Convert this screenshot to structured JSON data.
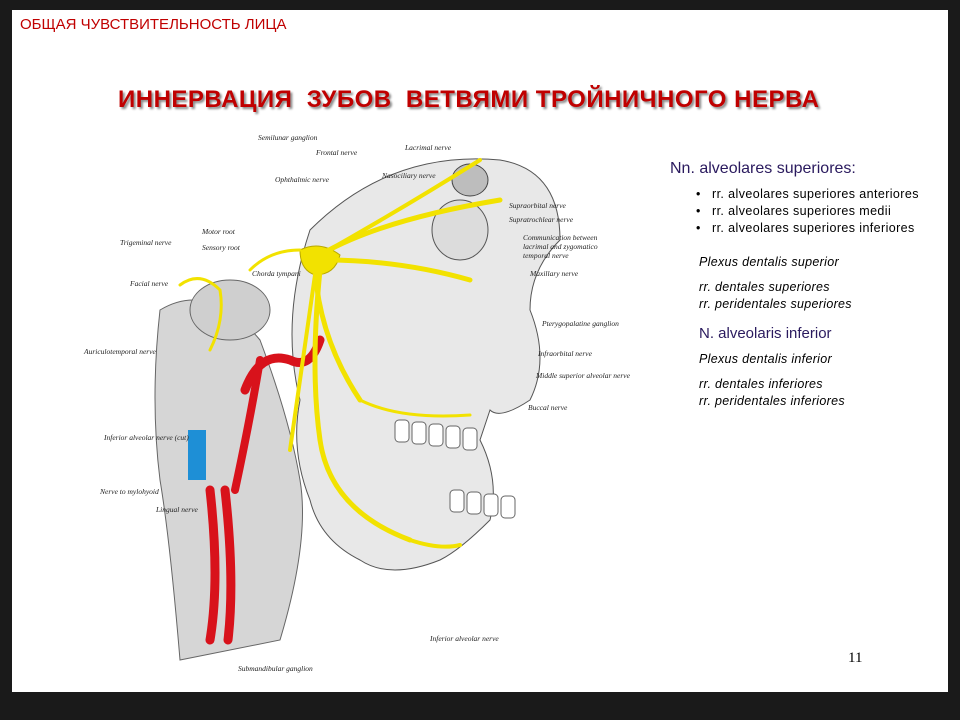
{
  "slide": {
    "section_title": "ОБЩАЯ ЧУВСТВИТЕЛЬНОСТЬ ЛИЦА",
    "main_title": "ИННЕРВАЦИЯ  ЗУБОВ  ВЕТВЯМИ ТРОЙНИЧНОГО НЕРВА",
    "page_number": "11"
  },
  "illustration": {
    "labels": {
      "semilunar_ganglion": "Semilunar ganglion",
      "frontal_nerve": "Frontal nerve",
      "lacrimal_nerve": "Lacrimal nerve",
      "ophthalmic_nerve": "Ophthalmic nerve",
      "nasociliary_nerve": "Nasociliary nerve",
      "supraorbital_nerve": "Supraorbital nerve",
      "supratrochlear_nerve": "Supratrochlear nerve",
      "communication": "Communication between",
      "communication_2": "lacrimal and zygomatico",
      "communication_3": "temporal nerve",
      "maxillary_nerve": "Maxillary nerve",
      "motor_root": "Motor root",
      "trigeminal_nerve": "Trigeminal nerve",
      "sensory_root": "Sensory root",
      "chorda_tympani": "Chorda tympani",
      "facial_nerve": "Facial nerve",
      "pterygopalatine_ganglion": "Pterygopalatine ganglion",
      "auriculotemporal_nerve": "Auriculotemporal nerve",
      "infraorbital_nerve": "Infraorbital nerve",
      "middle_superior_alveolar": "Middle superior alveolar nerve",
      "buccal_nerve": "Buccal nerve",
      "inferior_alveolar_cut": "Inferior alveolar nerve (cut)",
      "nerve_to_mylohyoid": "Nerve to mylohyoid",
      "lingual_nerve": "Lingual nerve",
      "inferior_alveolar_nerve": "Inferior alveolar nerve",
      "submandibular_ganglion": "Submandibular ganglion"
    }
  },
  "panel": {
    "superior_heading": "Nn. alveolares superiores:",
    "superior_branches": [
      "rr. alveolares superiores anteriores",
      "rr. alveolares superiores medii",
      "rr. alveolares superiores inferiores"
    ],
    "plexus_superior": "Plexus dentalis superior",
    "rr_superior_1": "rr. dentales superiores",
    "rr_superior_2": "rr. peridentales superiores",
    "inferior_heading": "N. alveolaris inferior",
    "plexus_inferior": "Plexus dentalis inferior",
    "rr_inferior_1": "rr. dentales inferiores",
    "rr_inferior_2": "rr. peridentales inferiores"
  },
  "colors": {
    "title_red": "#c00000",
    "heading_navy": "#2a1a5e",
    "nerve_yellow": "#f2e200",
    "artery_red": "#d8121b",
    "muscle_blue": "#1e8fd6"
  }
}
